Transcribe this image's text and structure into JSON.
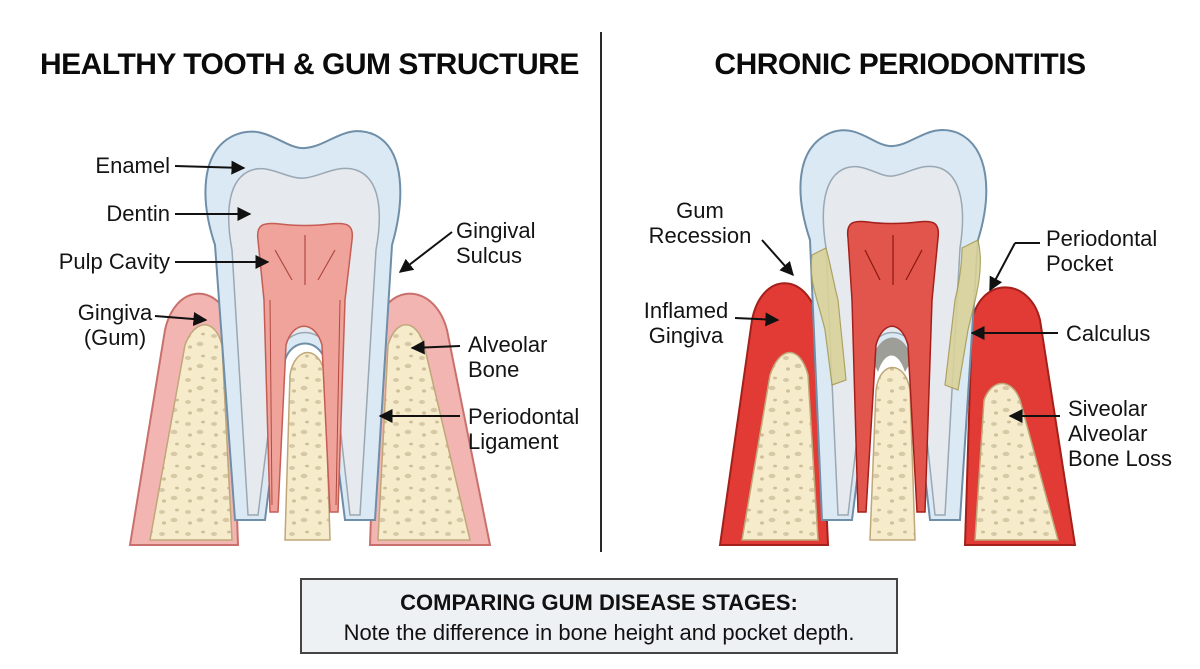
{
  "panels": {
    "left_title": "HEALTHY TOOTH & GUM STRUCTURE",
    "right_title": "CHRONIC PERIODONTITIS"
  },
  "healthy_labels": {
    "enamel": "Enamel",
    "dentin": "Dentin",
    "pulp_cavity": "Pulp Cavity",
    "gingiva": "Gingiva\n(Gum)",
    "gingival_sulcus": "Gingival\nSulcus",
    "alveolar_bone": "Alveolar\nBone",
    "periodontal_ligament": "Periodontal\nLigament"
  },
  "disease_labels": {
    "gum_recession": "Gum\nRecession",
    "inflamed_gingiva": "Inflamed\nGingiva",
    "periodontal_pocket": "Periodontal\nPocket",
    "calculus": "Calculus",
    "bone_loss": "Siveolar\nAlveolar\nBone Loss"
  },
  "caption": {
    "heading": "COMPARING GUM DISEASE STAGES:",
    "text": "Note the difference in bone height and pocket depth."
  },
  "colors": {
    "enamel": "#dbe9f4",
    "dentin": "#e6e9ed",
    "pulp": "#f0a39a",
    "pulp_inflamed": "#e2554d",
    "gum": "#f2b5b2",
    "gum_inflamed": "#e23a34",
    "bone": "#f6eccb",
    "calculus": "#d9d29a"
  }
}
